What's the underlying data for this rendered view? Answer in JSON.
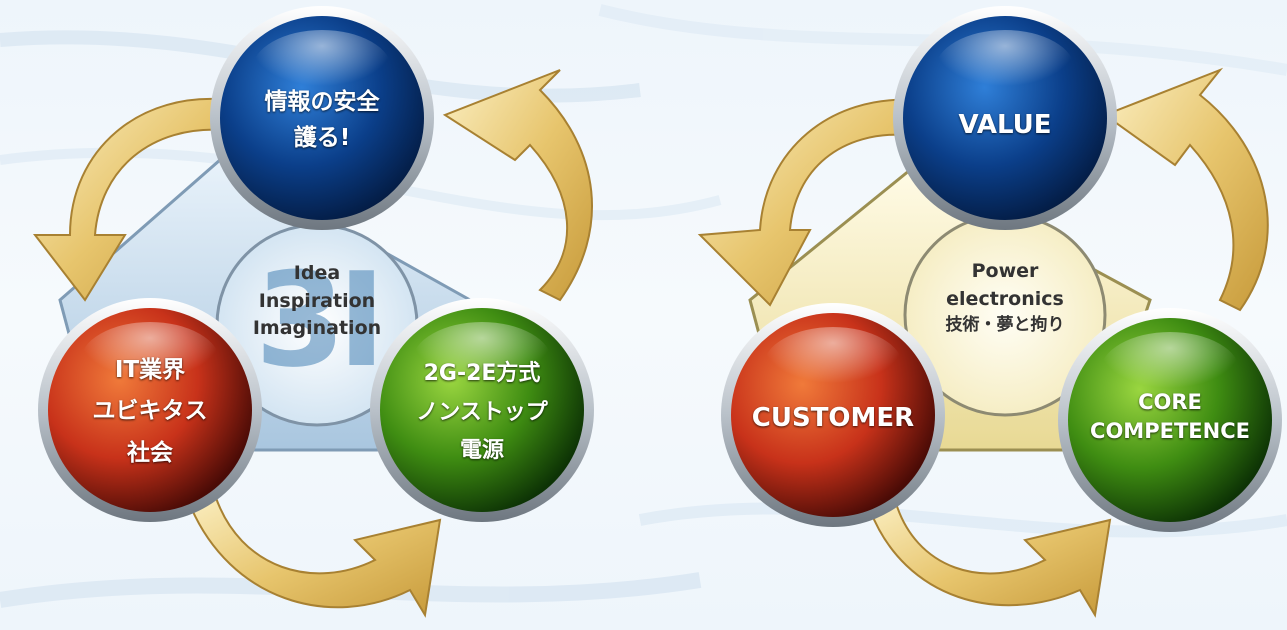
{
  "left_cycle": {
    "center": {
      "watermark": "3I",
      "lines": [
        "Idea",
        "Inspiration",
        "Imagination"
      ]
    },
    "top_node": {
      "lines": [
        "情報の安全",
        "護る!"
      ]
    },
    "left_node": {
      "lines": [
        "IT業界",
        "ユビキタス",
        "社会"
      ]
    },
    "right_node": {
      "lines": [
        "2G-2E方式",
        "ノンストップ",
        "電源"
      ]
    }
  },
  "right_cycle": {
    "center": {
      "lines": [
        "Power",
        "electronics",
        "技術・夢と拘り"
      ]
    },
    "top_node": {
      "lines": [
        "VALUE"
      ]
    },
    "left_node": {
      "lines": [
        "CUSTOMER"
      ]
    },
    "right_node": {
      "lines": [
        "CORE",
        "COMPETENCE"
      ]
    }
  },
  "colors": {
    "blue_sphere": "#0b3f8a",
    "red_sphere": "#c8321a",
    "green_sphere": "#3f8d12",
    "arrow_gold": "#e7c56d",
    "left_triangle": "#c9dff0",
    "right_triangle": "#f3ecc3"
  },
  "icons": [
    "curved-arrow-icon",
    "sphere-icon"
  ]
}
